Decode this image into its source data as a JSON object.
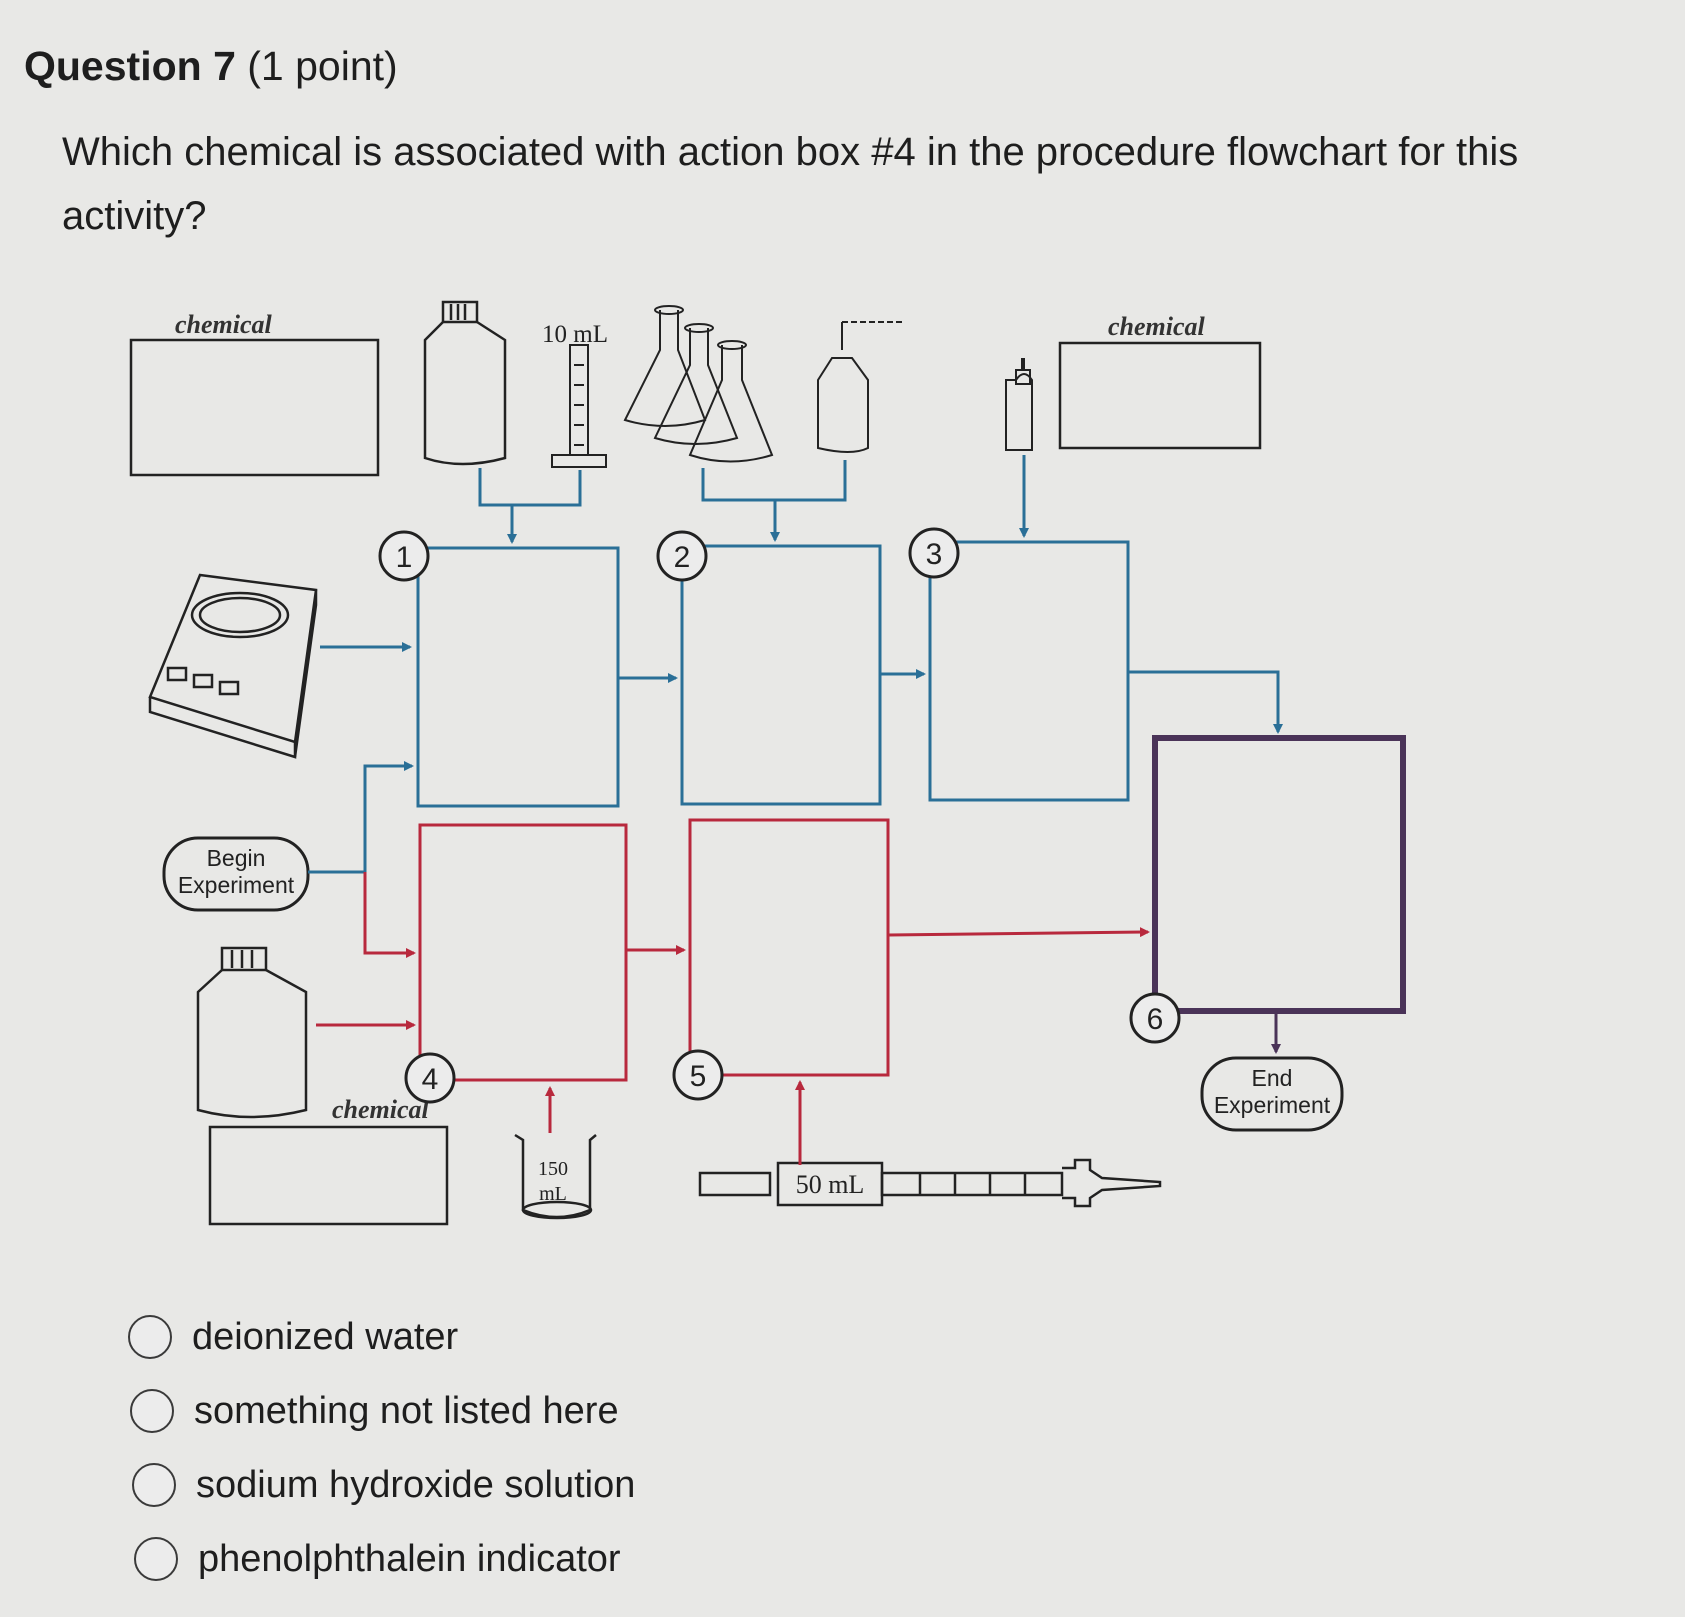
{
  "question": {
    "number_label": "Question 7",
    "points_label": "(1 point)",
    "text": "Which chemical is associated with action box #4 in the procedure flowchart for this activity?"
  },
  "diagram": {
    "chemical_label_top_left": "chemical",
    "chemical_label_top_right": "chemical",
    "chemical_label_bottom": "chemical",
    "cylinder_label": "10 mL",
    "beaker_label_line1": "150",
    "beaker_label_line2": "mL",
    "syringe_label": "50 mL",
    "begin_line1": "Begin",
    "begin_line2": "Experiment",
    "end_line1": "End",
    "end_line2": "Experiment",
    "step_numbers": [
      "1",
      "2",
      "3",
      "4",
      "5",
      "6"
    ],
    "colors": {
      "blue": "#2a6f97",
      "red": "#b8293d",
      "purple": "#4a3358"
    }
  },
  "options": [
    {
      "label": "deionized water"
    },
    {
      "label": "something not listed here"
    },
    {
      "label": "sodium hydroxide solution"
    },
    {
      "label": "phenolphthalein indicator"
    }
  ]
}
